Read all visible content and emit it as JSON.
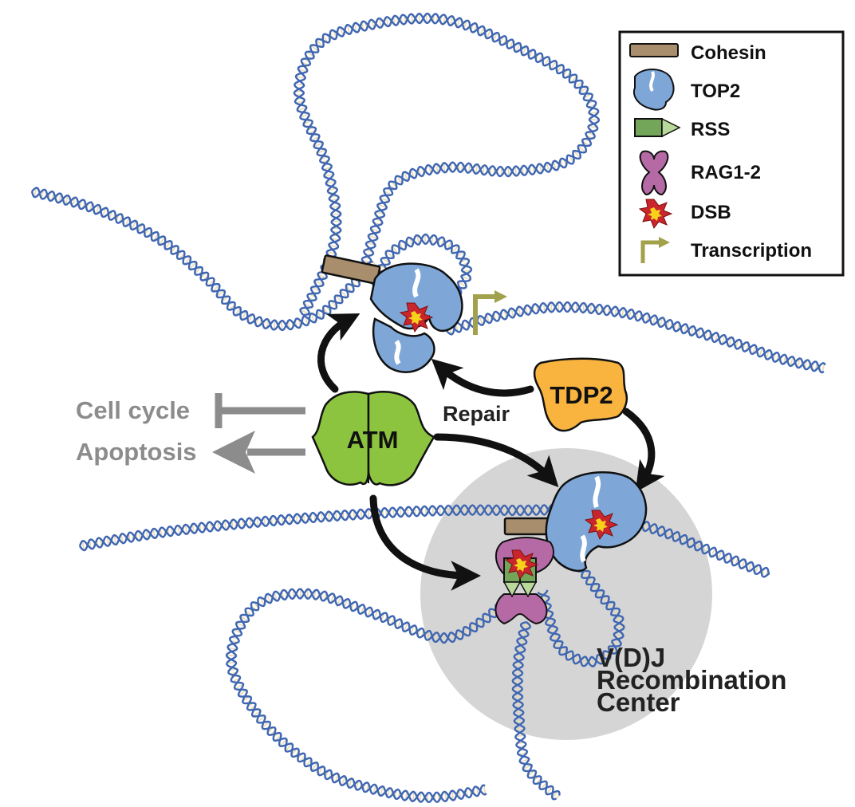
{
  "legend": {
    "items": [
      {
        "icon": "cohesin-icon",
        "label": "Cohesin"
      },
      {
        "icon": "top2-icon",
        "label": "TOP2"
      },
      {
        "icon": "rss-icon",
        "label": "RSS"
      },
      {
        "icon": "rag-icon",
        "label": "RAG1-2"
      },
      {
        "icon": "dsb-icon",
        "label": "DSB"
      },
      {
        "icon": "transcription-icon",
        "label": "Transcription"
      }
    ]
  },
  "labels": {
    "atm": "ATM",
    "tdp2": "TDP2",
    "repair": "Repair",
    "cell_cycle": "Cell cycle",
    "apoptosis": "Apoptosis",
    "center_line1": "V(D)J",
    "center_line2": "Recombination",
    "center_line3": "Center"
  },
  "colors": {
    "dna": "#3f66b3",
    "dna_rung": "#e9dcb3",
    "cohesin": "#a88e6d",
    "top2": "#7ea7d8",
    "rss_box": "#74a65a",
    "rss_arrow": "#b9d99a",
    "rag": "#b56aa6",
    "dsb_outer": "#c9252c",
    "dsb_inner": "#f6d21c",
    "transcription": "#a3a24c",
    "atm": "#8cc43f",
    "tdp2": "#f8b43e",
    "center": "#d5d5d5",
    "inhibit_gray": "#8c8c8c",
    "arrow": "#111111"
  }
}
